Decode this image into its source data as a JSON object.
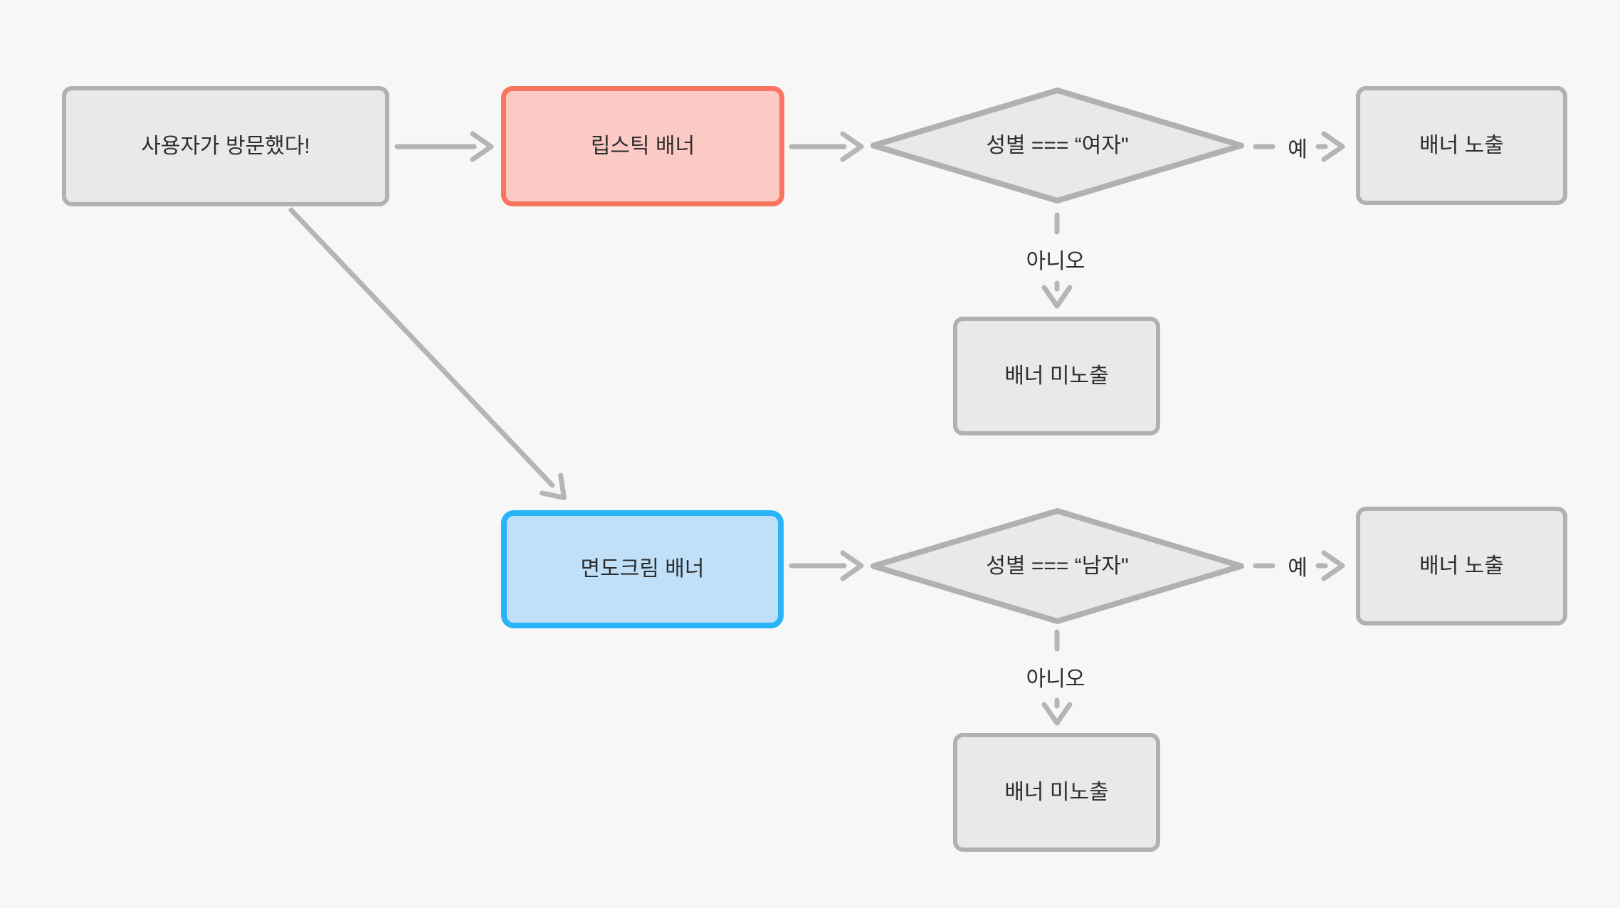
{
  "nodes": {
    "start": {
      "label": "사용자가 방문했다!"
    },
    "lipstick": {
      "label": "립스틱 배너"
    },
    "female_check": {
      "label": "성별 === “여자\""
    },
    "expose_female": {
      "label": "배너 노출"
    },
    "hide_female": {
      "label": "배너 미노출"
    },
    "shaving": {
      "label": "면도크림 배너"
    },
    "male_check": {
      "label": "성별 === “남자\""
    },
    "expose_male": {
      "label": "배너 노출"
    },
    "hide_male": {
      "label": "배너 미노출"
    }
  },
  "edges": {
    "yes_female": "예",
    "no_female": "아니오",
    "yes_male": "예",
    "no_male": "아니오"
  },
  "colors": {
    "background": "#f7f7f8",
    "node_fill": "#e9e9e9",
    "node_border": "#b1b1b1",
    "connector": "#b5b5b5",
    "lipstick_fill": "#fccac4",
    "lipstick_border": "#f8765f",
    "shaving_fill": "#bfe0f8",
    "shaving_border": "#29b4f8",
    "text": "#2e2e2e"
  }
}
